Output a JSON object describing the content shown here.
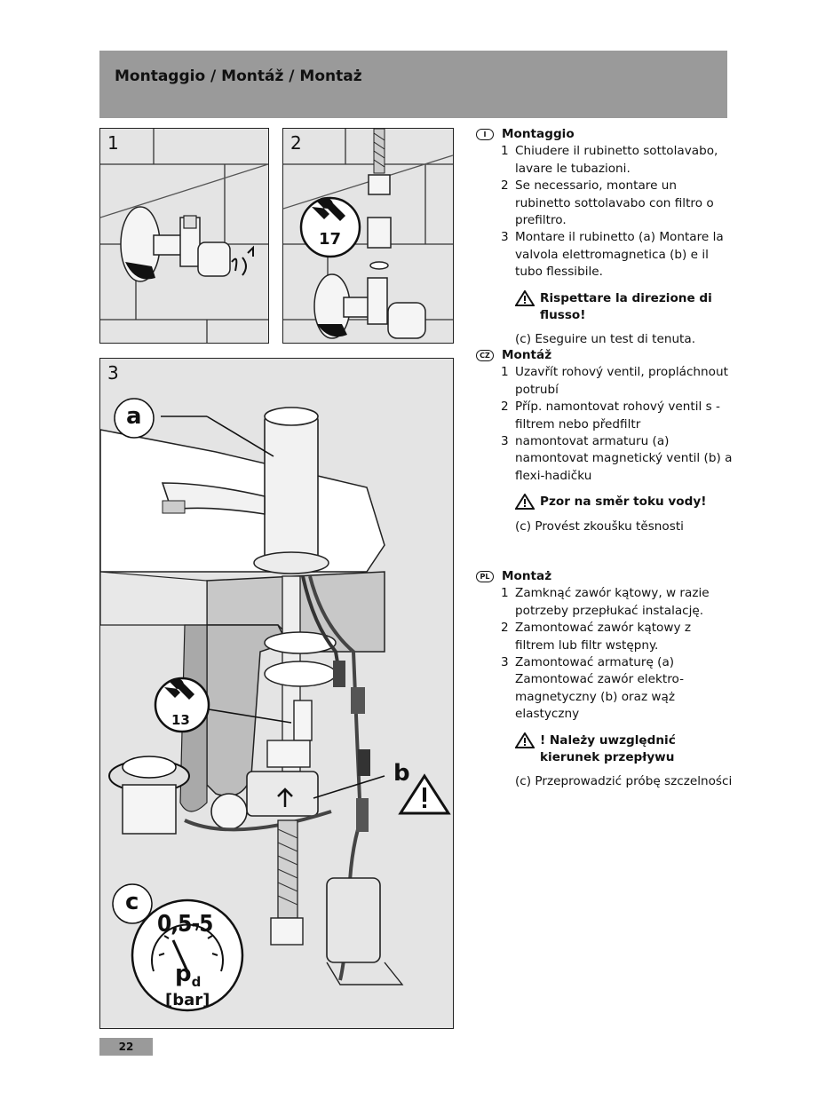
{
  "header": {
    "title": "Montaggio / Montáž / Montaż"
  },
  "panels": {
    "p1": {
      "number": "1"
    },
    "p2": {
      "number": "2",
      "wrench_size": "17"
    },
    "p3": {
      "number": "3",
      "label_a": "a",
      "label_b": "b",
      "label_c": "c",
      "wrench_size": "13",
      "pressure_range": "0,5-5",
      "pressure_symbol": "p",
      "pressure_subscript": "d",
      "pressure_unit": "[bar]"
    }
  },
  "sections": [
    {
      "badge": "I",
      "title": "Montaggio",
      "steps": [
        {
          "n": "1",
          "text": "Chiudere il rubinetto sottolavabo, lavare le tubazioni."
        },
        {
          "n": "2",
          "text": "Se necessario, montare un rubinetto sottolavabo con filtro o prefiltro."
        },
        {
          "n": "3",
          "text": "Montare il rubinetto (a) Montare la valvola elettromagnetica (b) e il tubo flessibile."
        }
      ],
      "warning": "Rispettare la direzione di flusso!",
      "note": "(c) Eseguire un test di tenuta."
    },
    {
      "badge": "CZ",
      "title": "Montáž",
      "steps": [
        {
          "n": "1",
          "text": "Uzavřít rohový ventil, propláchnout potrubí"
        },
        {
          "n": "2",
          "text": "Příp. namontovat rohový ventil s - filtrem nebo předfiltr"
        },
        {
          "n": "3",
          "text": "namontovat armaturu (a) namontovat magnetický ventil (b) a flexi-hadičku"
        }
      ],
      "warning": "Pzor na směr toku vody!",
      "note": "(c) Provést zkoušku těsnosti"
    },
    {
      "badge": "PL",
      "title": "Montaż",
      "steps": [
        {
          "n": "1",
          "text": "Zamknąć zawór kątowy, w razie potrzeby przepłukać instalację."
        },
        {
          "n": "2",
          "text": "Zamontować zawór kątowy z filtrem lub filtr wstępny."
        },
        {
          "n": "3",
          "text": "Zamontować armaturę (a) Zamontować zawór elektro-magnetyczny (b) oraz wąż elastyczny"
        }
      ],
      "warning": "! Należy uwzględnić kierunek przepływu",
      "note": "(c) Przeprowadzić próbę szczelności"
    }
  ],
  "footer": {
    "page_number": "22"
  }
}
